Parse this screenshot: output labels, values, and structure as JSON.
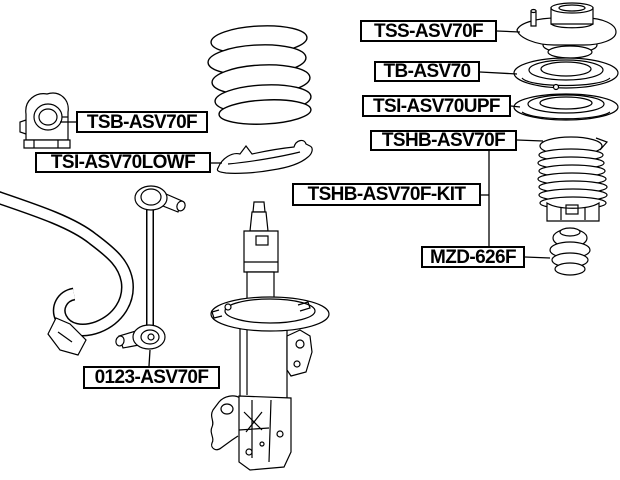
{
  "diagram": {
    "type": "exploded-parts-diagram",
    "colors": {
      "background": "#ffffff",
      "line": "#000000",
      "label_text": "#000000",
      "label_border": "#000000"
    },
    "labels": [
      {
        "text": "TSS-ASV70F"
      },
      {
        "text": "TB-ASV70"
      },
      {
        "text": "TSI-ASV70UPF"
      },
      {
        "text": "TSHB-ASV70F"
      },
      {
        "text": "TSHB-ASV70F-KIT"
      },
      {
        "text": "MZD-626F"
      },
      {
        "text": "TSB-ASV70F"
      },
      {
        "text": "TSI-ASV70LOWF"
      },
      {
        "text": "0123-ASV70F"
      }
    ]
  }
}
